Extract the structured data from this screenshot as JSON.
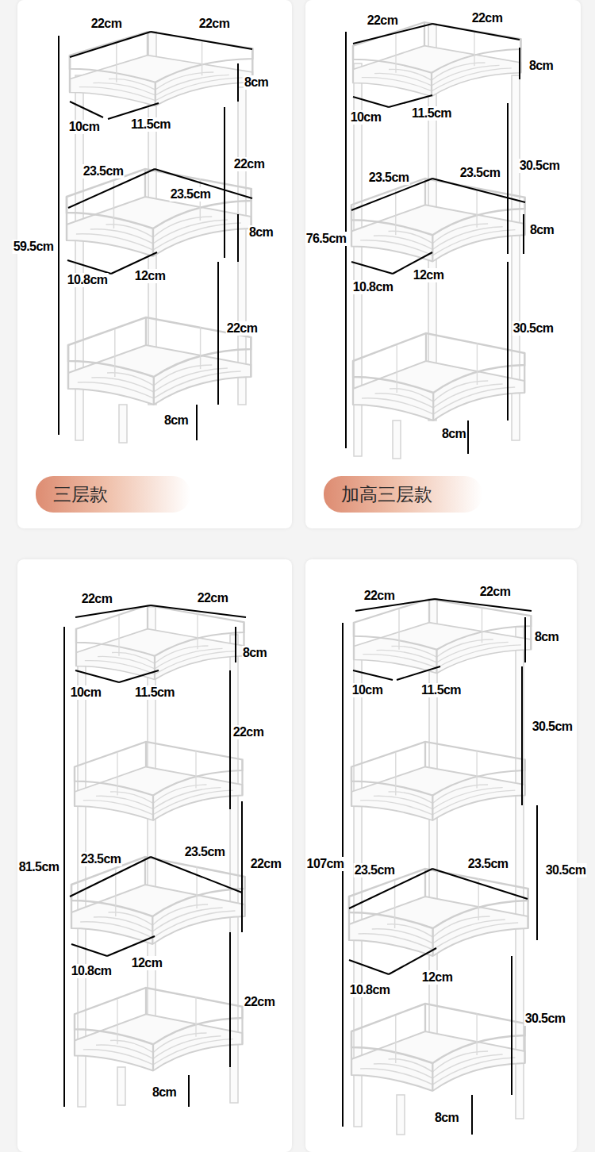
{
  "diagram": {
    "nodes": [
      {
        "text": [
          "三层款"
        ]
      },
      {
        "text": [
          "加高三层款"
        ]
      }
    ],
    "labels": [
      "22cm",
      "22cm",
      "8cm",
      "10cm",
      "11.5cm",
      "22cm",
      "23.5cm",
      "23.5cm",
      "8cm",
      "59.5cm",
      "10.8cm",
      "12cm",
      "22cm",
      "8cm",
      "22cm",
      "22cm",
      "8cm",
      "10cm",
      "11.5cm",
      "30.5cm",
      "23.5cm",
      "23.5cm",
      "8cm",
      "76.5cm",
      "10.8cm",
      "12cm",
      "30.5cm",
      "8cm",
      "22cm",
      "22cm",
      "8cm",
      "10cm",
      "11.5cm",
      "22cm",
      "81.5cm",
      "23.5cm",
      "23.5cm",
      "22cm",
      "10.8cm",
      "12cm",
      "22cm",
      "8cm",
      "22cm",
      "22cm",
      "8cm",
      "10cm",
      "11.5cm",
      "30.5cm",
      "107cm",
      "23.5cm",
      "23.5cm",
      "30.5cm",
      "10.8cm",
      "12cm",
      "30.5cm",
      "8cm"
    ]
  }
}
